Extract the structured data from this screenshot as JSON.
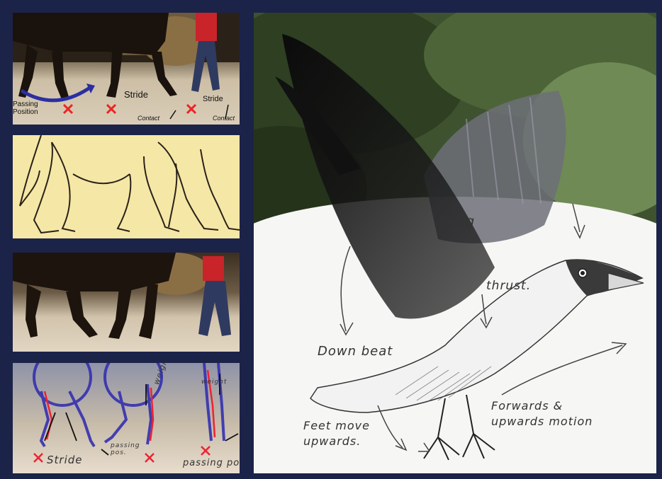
{
  "panel_top": {
    "label_passing": "Passing\nPosition",
    "label_stride_center": "Stride",
    "label_stride_right": "Stride",
    "label_contact_1": "Contact",
    "label_contact_2": "Contact"
  },
  "panel_bottom": {
    "label_stride": "Stride",
    "label_passing_pos": "passing\npos.",
    "label_passing_po": "passing po",
    "label_weight_1": "weight",
    "label_weight_2": "weight"
  },
  "crow_panel": {
    "label_drag": "Drag",
    "label_thrust": "thrust.",
    "label_downbeat": "Down beat",
    "label_forwards": "Forwards &\nupwards motion",
    "label_feet": "Feet move\nupwards."
  }
}
